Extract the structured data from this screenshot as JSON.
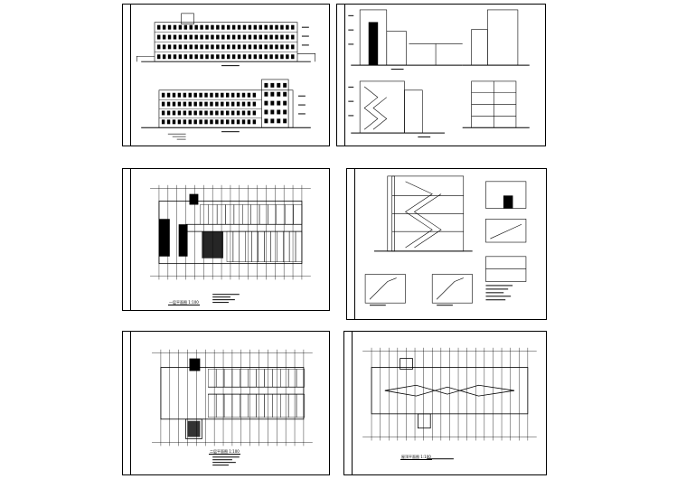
{
  "drawing_set": {
    "sheets": [
      {
        "id": "sheet-1",
        "content": "elevations"
      },
      {
        "id": "sheet-2",
        "content": "sections"
      },
      {
        "id": "sheet-3",
        "content": "floor-plan",
        "caption": "一层平面图 1:100"
      },
      {
        "id": "sheet-4",
        "content": "stair-details"
      },
      {
        "id": "sheet-5",
        "content": "floor-plan",
        "caption": "二层平面图 1:100"
      },
      {
        "id": "sheet-6",
        "content": "roof-plan",
        "caption": "屋顶平面图 1:100"
      }
    ]
  },
  "colors": {
    "line": "#000000",
    "background": "#ffffff"
  }
}
